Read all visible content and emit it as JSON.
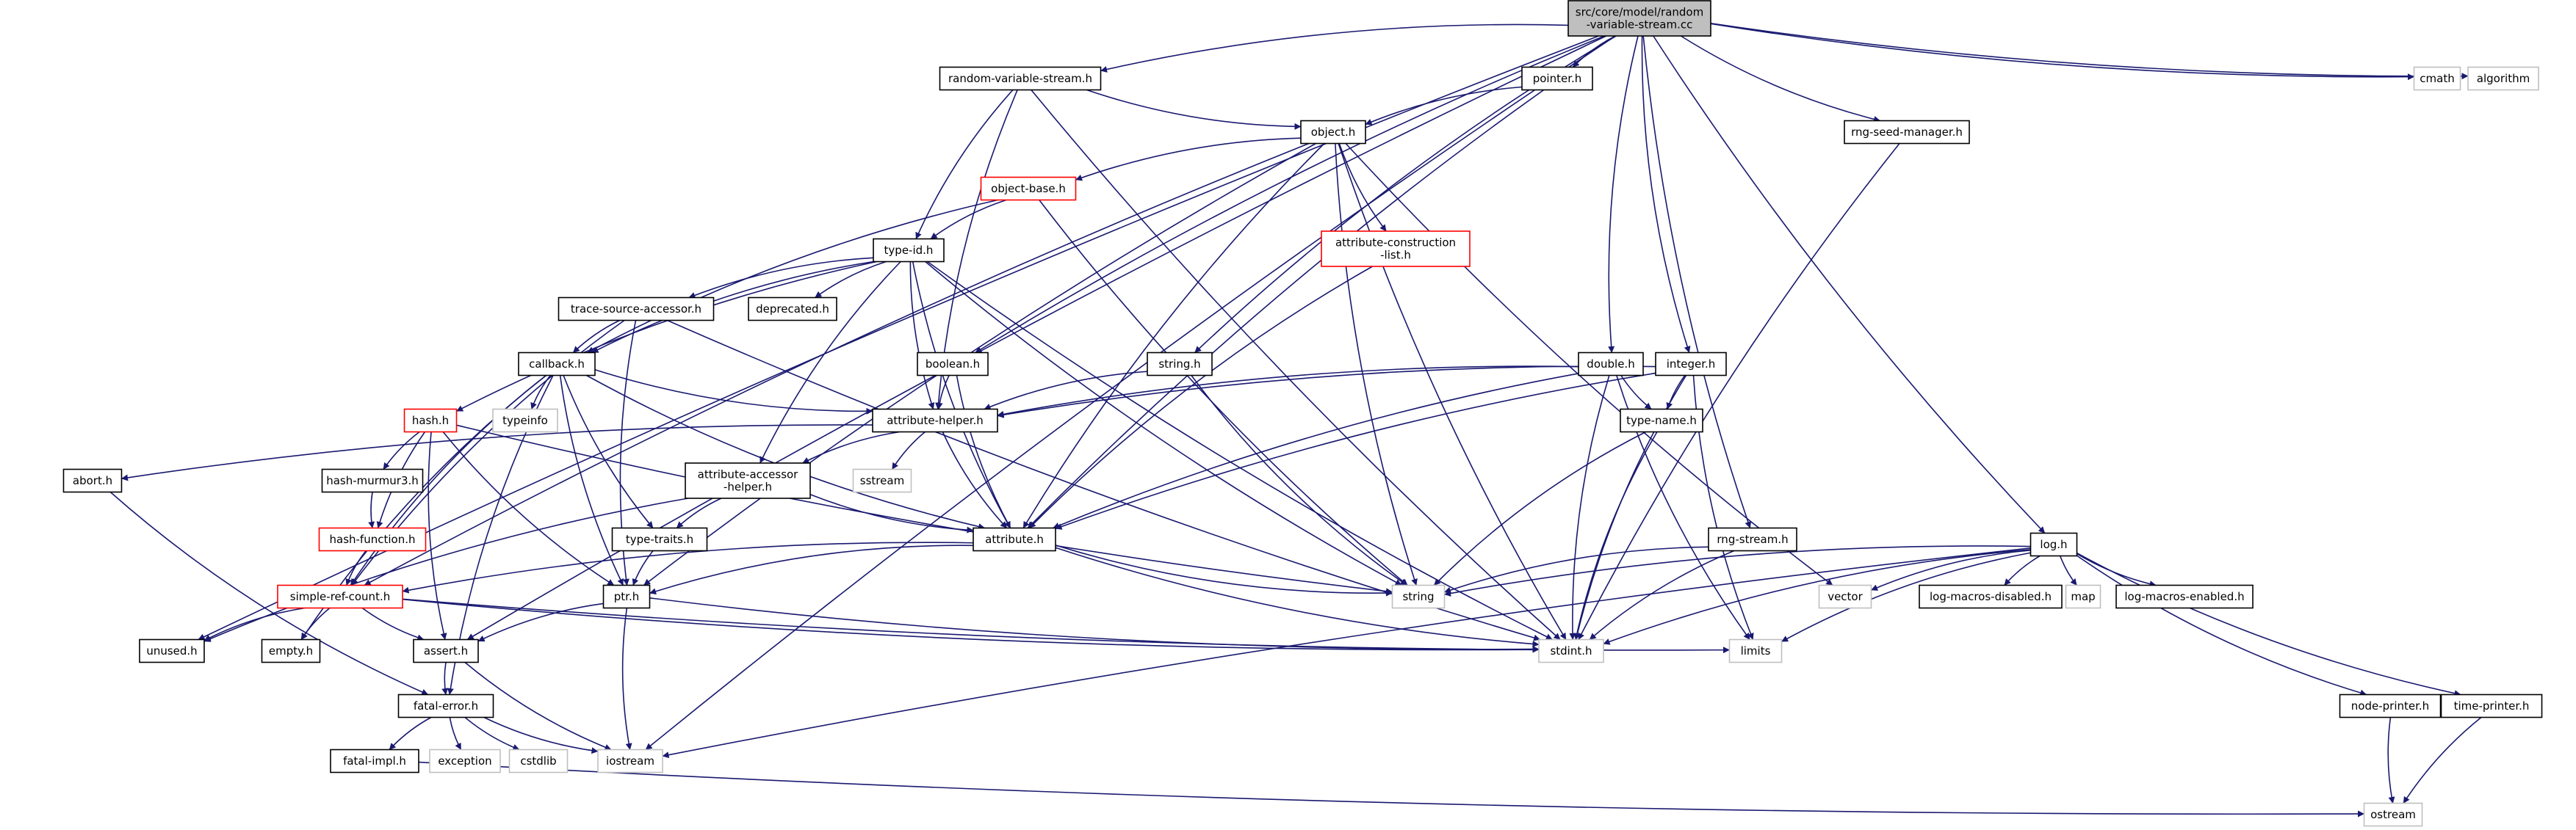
{
  "colors": {
    "edge": "#191970",
    "box_normal": "#000000",
    "box_incomplete": "#ff0000",
    "box_system": "#bfbfbf",
    "root_fill": "#bfbfbf",
    "fill": "#ffffff",
    "text": "#000000",
    "background": "#ffffff"
  },
  "nodes": [
    {
      "id": "root",
      "lines": [
        "src/core/model/random",
        "-variable-stream.cc"
      ],
      "style": "root"
    },
    {
      "id": "rvs_h",
      "lines": [
        "random-variable-stream.h"
      ],
      "style": "normal"
    },
    {
      "id": "pointer_h",
      "lines": [
        "pointer.h"
      ],
      "style": "normal"
    },
    {
      "id": "cmath",
      "lines": [
        "cmath"
      ],
      "style": "system"
    },
    {
      "id": "algorithm",
      "lines": [
        "algorithm"
      ],
      "style": "system"
    },
    {
      "id": "object_h",
      "lines": [
        "object.h"
      ],
      "style": "normal"
    },
    {
      "id": "rng_seed_h",
      "lines": [
        "rng-seed-manager.h"
      ],
      "style": "normal"
    },
    {
      "id": "object_base_h",
      "lines": [
        "object-base.h"
      ],
      "style": "incomplete"
    },
    {
      "id": "attr_cons_h",
      "lines": [
        "attribute-construction",
        "-list.h"
      ],
      "style": "incomplete"
    },
    {
      "id": "type_id_h",
      "lines": [
        "type-id.h"
      ],
      "style": "normal"
    },
    {
      "id": "tsa_h",
      "lines": [
        "trace-source-accessor.h"
      ],
      "style": "normal"
    },
    {
      "id": "deprecated_h",
      "lines": [
        "deprecated.h"
      ],
      "style": "normal"
    },
    {
      "id": "boolean_h",
      "lines": [
        "boolean.h"
      ],
      "style": "normal"
    },
    {
      "id": "string_h",
      "lines": [
        "string.h"
      ],
      "style": "normal"
    },
    {
      "id": "double_h",
      "lines": [
        "double.h"
      ],
      "style": "normal"
    },
    {
      "id": "integer_h",
      "lines": [
        "integer.h"
      ],
      "style": "normal"
    },
    {
      "id": "callback_h",
      "lines": [
        "callback.h"
      ],
      "style": "normal"
    },
    {
      "id": "typeinfo",
      "lines": [
        "typeinfo"
      ],
      "style": "system"
    },
    {
      "id": "hash_h",
      "lines": [
        "hash.h"
      ],
      "style": "incomplete"
    },
    {
      "id": "attr_helper_h",
      "lines": [
        "attribute-helper.h"
      ],
      "style": "normal"
    },
    {
      "id": "type_name_h",
      "lines": [
        "type-name.h"
      ],
      "style": "normal"
    },
    {
      "id": "abort_h",
      "lines": [
        "abort.h"
      ],
      "style": "normal"
    },
    {
      "id": "murmur_h",
      "lines": [
        "hash-murmur3.h"
      ],
      "style": "normal"
    },
    {
      "id": "aah_h",
      "lines": [
        "attribute-accessor",
        "-helper.h"
      ],
      "style": "normal"
    },
    {
      "id": "sstream",
      "lines": [
        "sstream"
      ],
      "style": "system"
    },
    {
      "id": "hash_func_h",
      "lines": [
        "hash-function.h"
      ],
      "style": "incomplete"
    },
    {
      "id": "type_traits_h",
      "lines": [
        "type-traits.h"
      ],
      "style": "normal"
    },
    {
      "id": "attribute_h",
      "lines": [
        "attribute.h"
      ],
      "style": "normal"
    },
    {
      "id": "rng_stream_h",
      "lines": [
        "rng-stream.h"
      ],
      "style": "normal"
    },
    {
      "id": "log_h",
      "lines": [
        "log.h"
      ],
      "style": "normal"
    },
    {
      "id": "src_h",
      "lines": [
        "simple-ref-count.h"
      ],
      "style": "incomplete"
    },
    {
      "id": "ptr_h",
      "lines": [
        "ptr.h"
      ],
      "style": "normal"
    },
    {
      "id": "string",
      "lines": [
        "string"
      ],
      "style": "system"
    },
    {
      "id": "vector",
      "lines": [
        "vector"
      ],
      "style": "system"
    },
    {
      "id": "lmd_h",
      "lines": [
        "log-macros-disabled.h"
      ],
      "style": "normal"
    },
    {
      "id": "map",
      "lines": [
        "map"
      ],
      "style": "system"
    },
    {
      "id": "lme_h",
      "lines": [
        "log-macros-enabled.h"
      ],
      "style": "normal"
    },
    {
      "id": "unused_h",
      "lines": [
        "unused.h"
      ],
      "style": "normal"
    },
    {
      "id": "empty_h",
      "lines": [
        "empty.h"
      ],
      "style": "normal"
    },
    {
      "id": "assert_h",
      "lines": [
        "assert.h"
      ],
      "style": "normal"
    },
    {
      "id": "stdint_h",
      "lines": [
        "stdint.h"
      ],
      "style": "system"
    },
    {
      "id": "limits",
      "lines": [
        "limits"
      ],
      "style": "system"
    },
    {
      "id": "fatal_error_h",
      "lines": [
        "fatal-error.h"
      ],
      "style": "normal"
    },
    {
      "id": "node_printer_h",
      "lines": [
        "node-printer.h"
      ],
      "style": "normal"
    },
    {
      "id": "time_printer_h",
      "lines": [
        "time-printer.h"
      ],
      "style": "normal"
    },
    {
      "id": "fatal_impl_h",
      "lines": [
        "fatal-impl.h"
      ],
      "style": "normal"
    },
    {
      "id": "exception",
      "lines": [
        "exception"
      ],
      "style": "system"
    },
    {
      "id": "cstdlib",
      "lines": [
        "cstdlib"
      ],
      "style": "system"
    },
    {
      "id": "iostream",
      "lines": [
        "iostream"
      ],
      "style": "system"
    },
    {
      "id": "ostream",
      "lines": [
        "ostream"
      ],
      "style": "system"
    }
  ],
  "edges": [
    [
      "root",
      "rvs_h"
    ],
    [
      "root",
      "pointer_h"
    ],
    [
      "root",
      "cmath"
    ],
    [
      "root",
      "algorithm"
    ],
    [
      "root",
      "rng_seed_h"
    ],
    [
      "root",
      "boolean_h"
    ],
    [
      "root",
      "string_h"
    ],
    [
      "root",
      "double_h"
    ],
    [
      "root",
      "integer_h"
    ],
    [
      "root",
      "rng_stream_h"
    ],
    [
      "root",
      "log_h"
    ],
    [
      "root",
      "unused_h"
    ],
    [
      "root",
      "assert_h"
    ],
    [
      "root",
      "iostream"
    ],
    [
      "rvs_h",
      "object_h"
    ],
    [
      "rvs_h",
      "type_id_h"
    ],
    [
      "rvs_h",
      "attr_helper_h"
    ],
    [
      "rvs_h",
      "stdint_h"
    ],
    [
      "pointer_h",
      "object_h"
    ],
    [
      "pointer_h",
      "attribute_h"
    ],
    [
      "object_h",
      "object_base_h"
    ],
    [
      "object_h",
      "attr_cons_h"
    ],
    [
      "object_h",
      "ptr_h"
    ],
    [
      "object_h",
      "attribute_h"
    ],
    [
      "object_h",
      "string"
    ],
    [
      "object_h",
      "stdint_h"
    ],
    [
      "object_h",
      "vector"
    ],
    [
      "object_h",
      "src_h"
    ],
    [
      "rng_seed_h",
      "stdint_h"
    ],
    [
      "object_base_h",
      "type_id_h"
    ],
    [
      "object_base_h",
      "callback_h"
    ],
    [
      "object_base_h",
      "string"
    ],
    [
      "attr_cons_h",
      "attribute_h"
    ],
    [
      "type_id_h",
      "tsa_h"
    ],
    [
      "type_id_h",
      "deprecated_h"
    ],
    [
      "type_id_h",
      "callback_h"
    ],
    [
      "type_id_h",
      "hash_h"
    ],
    [
      "type_id_h",
      "attr_helper_h"
    ],
    [
      "type_id_h",
      "aah_h"
    ],
    [
      "type_id_h",
      "attribute_h"
    ],
    [
      "type_id_h",
      "string"
    ],
    [
      "type_id_h",
      "stdint_h"
    ],
    [
      "tsa_h",
      "callback_h"
    ],
    [
      "tsa_h",
      "ptr_h"
    ],
    [
      "tsa_h",
      "stdint_h"
    ],
    [
      "tsa_h",
      "src_h"
    ],
    [
      "boolean_h",
      "attr_helper_h"
    ],
    [
      "boolean_h",
      "attribute_h"
    ],
    [
      "string_h",
      "attr_helper_h"
    ],
    [
      "string_h",
      "string"
    ],
    [
      "double_h",
      "attr_helper_h"
    ],
    [
      "double_h",
      "type_name_h"
    ],
    [
      "double_h",
      "attribute_h"
    ],
    [
      "double_h",
      "stdint_h"
    ],
    [
      "double_h",
      "limits"
    ],
    [
      "integer_h",
      "attr_helper_h"
    ],
    [
      "integer_h",
      "type_name_h"
    ],
    [
      "integer_h",
      "attribute_h"
    ],
    [
      "integer_h",
      "stdint_h"
    ],
    [
      "integer_h",
      "limits"
    ],
    [
      "callback_h",
      "typeinfo"
    ],
    [
      "callback_h",
      "attr_helper_h"
    ],
    [
      "callback_h",
      "ptr_h"
    ],
    [
      "callback_h",
      "type_traits_h"
    ],
    [
      "callback_h",
      "attribute_h"
    ],
    [
      "callback_h",
      "src_h"
    ],
    [
      "callback_h",
      "empty_h"
    ],
    [
      "callback_h",
      "fatal_error_h"
    ],
    [
      "hash_h",
      "murmur_h"
    ],
    [
      "hash_h",
      "hash_func_h"
    ],
    [
      "hash_h",
      "ptr_h"
    ],
    [
      "hash_h",
      "assert_h"
    ],
    [
      "hash_h",
      "string"
    ],
    [
      "attr_helper_h",
      "abort_h"
    ],
    [
      "attr_helper_h",
      "aah_h"
    ],
    [
      "attr_helper_h",
      "sstream"
    ],
    [
      "attr_helper_h",
      "attribute_h"
    ],
    [
      "type_name_h",
      "string"
    ],
    [
      "type_name_h",
      "stdint_h"
    ],
    [
      "abort_h",
      "fatal_error_h"
    ],
    [
      "murmur_h",
      "hash_func_h"
    ],
    [
      "aah_h",
      "type_traits_h"
    ],
    [
      "aah_h",
      "attribute_h"
    ],
    [
      "aah_h",
      "unused_h"
    ],
    [
      "hash_func_h",
      "src_h"
    ],
    [
      "type_traits_h",
      "ptr_h"
    ],
    [
      "attribute_h",
      "ptr_h"
    ],
    [
      "attribute_h",
      "string"
    ],
    [
      "attribute_h",
      "stdint_h"
    ],
    [
      "attribute_h",
      "src_h"
    ],
    [
      "rng_stream_h",
      "string"
    ],
    [
      "rng_stream_h",
      "stdint_h"
    ],
    [
      "log_h",
      "string"
    ],
    [
      "log_h",
      "vector"
    ],
    [
      "log_h",
      "lmd_h"
    ],
    [
      "log_h",
      "map"
    ],
    [
      "log_h",
      "lme_h"
    ],
    [
      "log_h",
      "stdint_h"
    ],
    [
      "log_h",
      "node_printer_h"
    ],
    [
      "log_h",
      "time_printer_h"
    ],
    [
      "log_h",
      "iostream"
    ],
    [
      "log_h",
      "limits"
    ],
    [
      "src_h",
      "unused_h"
    ],
    [
      "src_h",
      "empty_h"
    ],
    [
      "src_h",
      "assert_h"
    ],
    [
      "src_h",
      "stdint_h"
    ],
    [
      "src_h",
      "limits"
    ],
    [
      "ptr_h",
      "assert_h"
    ],
    [
      "ptr_h",
      "iostream"
    ],
    [
      "ptr_h",
      "stdint_h"
    ],
    [
      "assert_h",
      "fatal_error_h"
    ],
    [
      "assert_h",
      "iostream"
    ],
    [
      "fatal_error_h",
      "fatal_impl_h"
    ],
    [
      "fatal_error_h",
      "exception"
    ],
    [
      "fatal_error_h",
      "cstdlib"
    ],
    [
      "fatal_error_h",
      "iostream"
    ],
    [
      "node_printer_h",
      "ostream"
    ],
    [
      "time_printer_h",
      "ostream"
    ],
    [
      "fatal_impl_h",
      "ostream"
    ]
  ]
}
